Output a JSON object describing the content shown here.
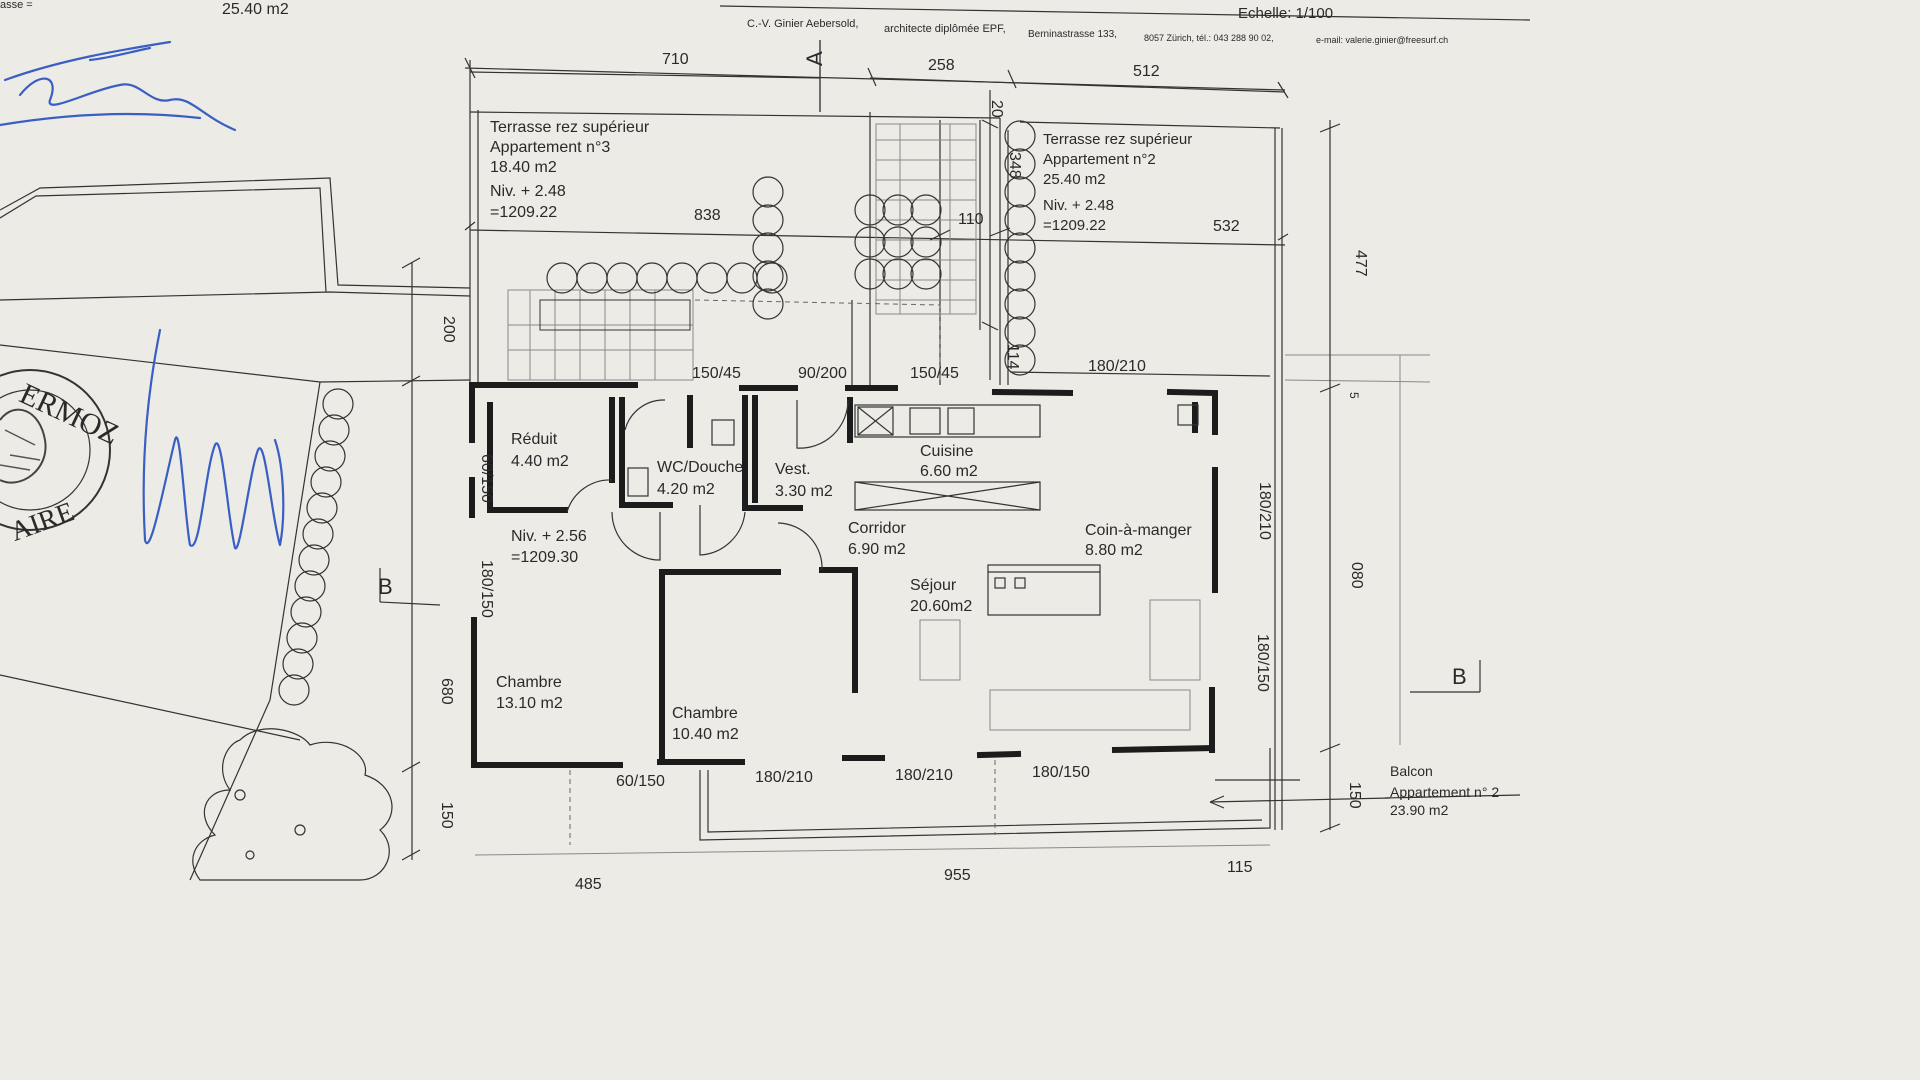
{
  "header": {
    "top_left_label": "asse =",
    "top_left_area": "25.40 m2",
    "scale": "Echelle: 1/100",
    "architect": "C.-V. Ginier Aebersold,",
    "title": "architecte diplômée EPF,",
    "address": "Berninastrasse 133,",
    "city_phone": "8057 Zürich, tél.: 043 288 90 02,",
    "email": "e-mail: valerie.ginier@freesurf.ch"
  },
  "stamp": {
    "lettering_top": "ERMOZ",
    "lettering_bottom": "AIRE"
  },
  "section_markers": {
    "a": "A",
    "b_left": "B",
    "b_right": "B"
  },
  "terrace3": {
    "line1": "Terrasse rez supérieur",
    "line2": "Appartement n°3",
    "area": "18.40 m2",
    "level": "Niv. + 2.48",
    "altitude": "=1209.22"
  },
  "terrace2": {
    "line1": "Terrasse rez supérieur",
    "line2": "Appartement n°2",
    "area": "25.40 m2",
    "level": "Niv. + 2.48",
    "altitude": "=1209.22"
  },
  "rooms": {
    "reduit": {
      "name": "Réduit",
      "area": "4.40 m2"
    },
    "wc": {
      "name": "WC/Douche",
      "area": "4.20 m2"
    },
    "vest": {
      "name": "Vest.",
      "area": "3.30 m2"
    },
    "cuisine": {
      "name": "Cuisine",
      "area": "6.60 m2"
    },
    "corridor": {
      "name": "Corridor",
      "area": "6.90 m2"
    },
    "coin": {
      "name": "Coin-à-manger",
      "area": "8.80 m2"
    },
    "sejour": {
      "name": "Séjour",
      "area": "20.60m2"
    },
    "chambre1": {
      "name": "Chambre",
      "area": "13.10 m2"
    },
    "chambre2": {
      "name": "Chambre",
      "area": "10.40 m2"
    }
  },
  "floor_level": {
    "level": "Niv. + 2.56",
    "altitude": "=1209.30"
  },
  "balcon": {
    "line1": "Balcon",
    "line2": "Appartement n° 2",
    "area": "23.90 m2"
  },
  "dimensions": {
    "top_710": "710",
    "top_258": "258",
    "top_512": "512",
    "d_838": "838",
    "d_532": "532",
    "d_110": "110",
    "d_20": "20",
    "d_348": "348",
    "d_114": "114",
    "d_200": "200",
    "d_680": "680",
    "d_150_left": "150",
    "right_477": "477",
    "right_5": "5",
    "right_080": "080",
    "right_150": "150",
    "bottom_955": "955",
    "bottom_115": "115",
    "bottom_partial": "485"
  },
  "openings": {
    "o1": "150/45",
    "o2": "90/200",
    "o3": "150/45",
    "o4": "180/210",
    "o5": "60/150",
    "o6": "180/150",
    "o7": "180/210",
    "o8": "180/150",
    "o9": "60/150",
    "o10": "180/210",
    "o11": "180/210",
    "o12": "180/150"
  },
  "colors": {
    "paper": "#ecebe6",
    "ink": "#1c1c1c",
    "signature_ink": "#3a5fc4"
  }
}
